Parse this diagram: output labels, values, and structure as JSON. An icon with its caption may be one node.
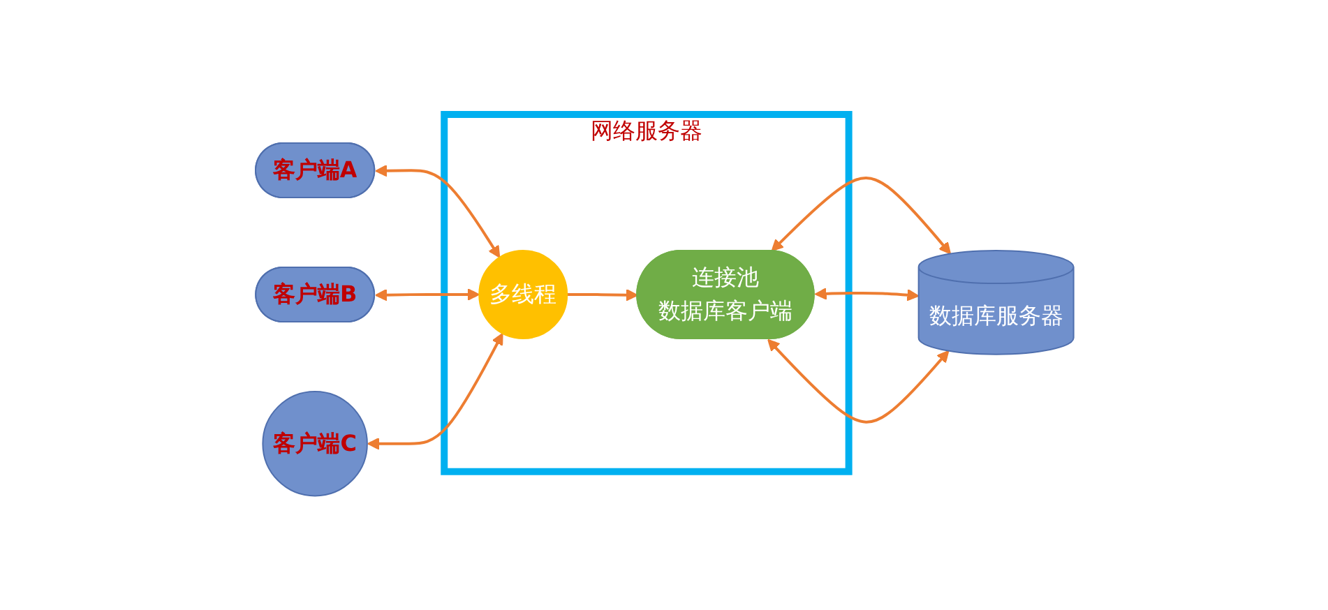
{
  "diagram": {
    "nodes": [
      {
        "text": [
          "客户端A"
        ]
      },
      {
        "text": [
          "客户端B"
        ]
      },
      {
        "text": [
          "客户端C"
        ]
      },
      {
        "text": [
          "网络服务器"
        ]
      },
      {
        "text": [
          "多线程"
        ],
        "in": 3
      },
      {
        "text": [
          "连接池",
          "数据库客户端"
        ],
        "in": 3
      },
      {
        "text": [
          "数据库服务器"
        ]
      }
    ],
    "edges": [
      {
        "from": 0,
        "to": 4,
        "arrow": "both"
      },
      {
        "from": 1,
        "to": 4,
        "arrow": "both"
      },
      {
        "from": 2,
        "to": 4,
        "arrow": "both"
      },
      {
        "from": 4,
        "to": 5,
        "arrow": "to"
      },
      {
        "from": 5,
        "to": 6,
        "arrow": "both"
      },
      {
        "from": 5,
        "to": 6,
        "arrow": "both"
      },
      {
        "from": 5,
        "to": 6,
        "arrow": "both"
      }
    ]
  }
}
